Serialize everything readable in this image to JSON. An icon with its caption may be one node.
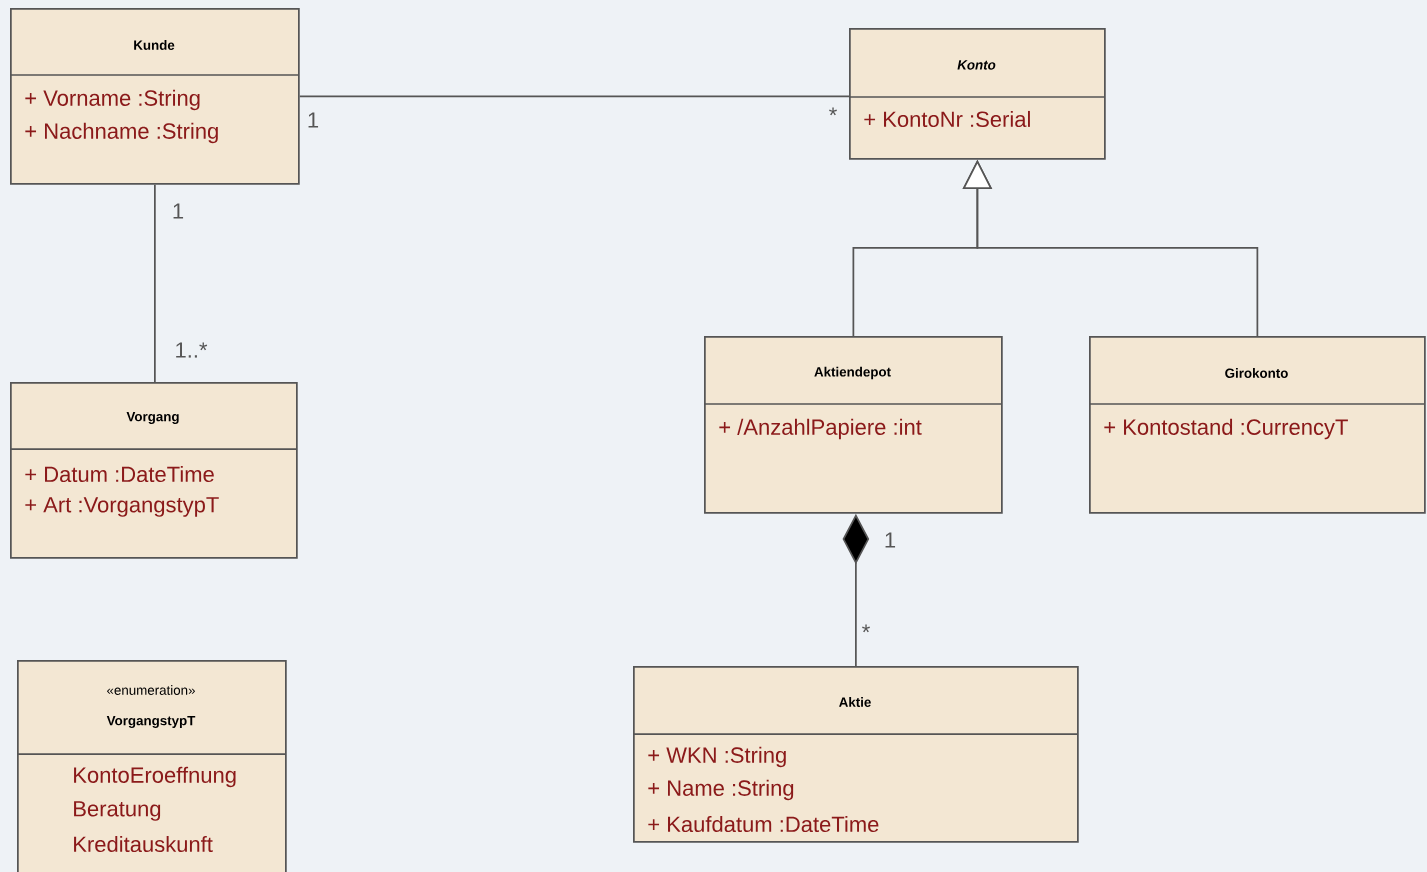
{
  "diagram": {
    "nodes": [
      {
        "text": [
          "Kunde",
          "+ Vorname :String",
          "+ Nachname :String"
        ]
      },
      {
        "text": [
          "Konto",
          "+ KontoNr :Serial"
        ]
      },
      {
        "text": [
          "Vorgang",
          "+ Datum :DateTime",
          "+ Art :VorgangstypT"
        ]
      },
      {
        "text": [
          "Aktiendepot",
          "+ /AnzahlPapiere :int"
        ]
      },
      {
        "text": [
          "Girokonto",
          "+ Kontostand :CurrencyT"
        ]
      },
      {
        "text": [
          "«enumeration»",
          "VorgangstypT",
          "KontoEroeffnung",
          "Beratung",
          "Kreditauskunft"
        ]
      },
      {
        "text": [
          "Aktie",
          "+ WKN :String",
          "+ Name :String",
          "+ Kaufdatum :DateTime"
        ]
      }
    ],
    "edges": [
      {
        "from": 0,
        "to": 1,
        "arrow": "none"
      },
      {
        "from": 0,
        "to": 2,
        "arrow": "none"
      },
      {
        "from": 3,
        "to": 1,
        "arrow": "to"
      },
      {
        "from": 4,
        "to": 1,
        "arrow": "to"
      },
      {
        "from": 6,
        "to": 3,
        "arrow": "other"
      }
    ],
    "labels": [
      "1",
      "*",
      "1",
      "1..*",
      "1",
      "*"
    ]
  }
}
